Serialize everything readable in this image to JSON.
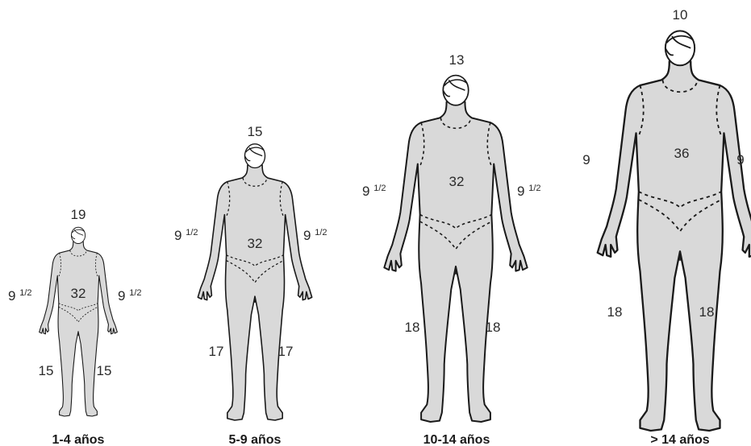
{
  "figures": [
    {
      "caption": "1-4 años",
      "head": "19",
      "trunk": "32",
      "arm_left": "9",
      "arm_left_frac": "1/2",
      "arm_right": "9",
      "arm_right_frac": "1/2",
      "leg_left": "15",
      "leg_right": "15"
    },
    {
      "caption": "5-9 años",
      "head": "15",
      "trunk": "32",
      "arm_left": "9",
      "arm_left_frac": "1/2",
      "arm_right": "9",
      "arm_right_frac": "1/2",
      "leg_left": "17",
      "leg_right": "17"
    },
    {
      "caption": "10-14 años",
      "head": "13",
      "trunk": "32",
      "arm_left": "9",
      "arm_left_frac": "1/2",
      "arm_right": "9",
      "arm_right_frac": "1/2",
      "leg_left": "18",
      "leg_right": "18"
    },
    {
      "caption": "> 14 años",
      "head": "10",
      "trunk": "36",
      "arm_left": "9",
      "arm_left_frac": "",
      "arm_right": "9",
      "arm_right_frac": "",
      "leg_left": "18",
      "leg_right": "18"
    }
  ]
}
